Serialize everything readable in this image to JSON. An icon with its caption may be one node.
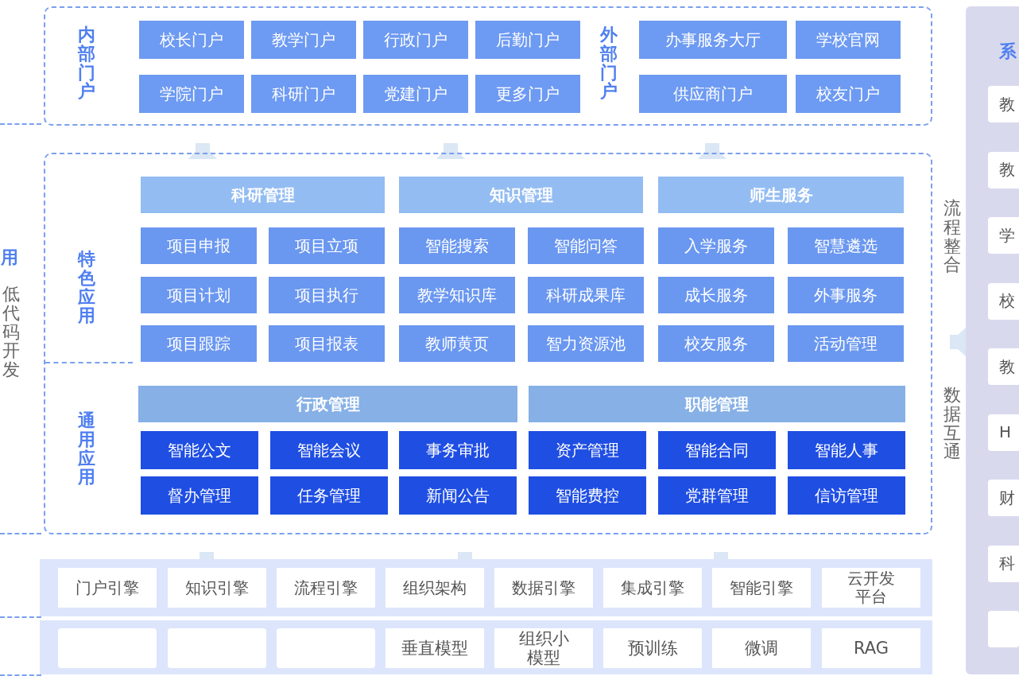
{
  "diagram": {
    "nodes": [
      {
        "text": [
          "内部门户",
          "外部门户"
        ]
      },
      {
        "text": [
          "校长门户"
        ],
        "in": 0
      },
      {
        "text": [
          "教学门户"
        ],
        "in": 0
      },
      {
        "text": [
          "行政门户"
        ],
        "in": 0
      },
      {
        "text": [
          "后勤门户"
        ],
        "in": 0
      },
      {
        "text": [
          "学院门户"
        ],
        "in": 0
      },
      {
        "text": [
          "科研门户"
        ],
        "in": 0
      },
      {
        "text": [
          "党建门户"
        ],
        "in": 0
      },
      {
        "text": [
          "更多门户"
        ],
        "in": 0
      },
      {
        "text": [
          "办事服务大厅"
        ],
        "in": 0
      },
      {
        "text": [
          "学校官网"
        ],
        "in": 0
      },
      {
        "text": [
          "供应商门户"
        ],
        "in": 0
      },
      {
        "text": [
          "校友门户"
        ],
        "in": 0
      },
      {
        "text": [
          "特色应用",
          "通用应用"
        ]
      },
      {
        "text": [
          "科研管理"
        ],
        "in": 13
      },
      {
        "text": [
          "项目申报"
        ],
        "in": 13
      },
      {
        "text": [
          "项目立项"
        ],
        "in": 13
      },
      {
        "text": [
          "项目计划"
        ],
        "in": 13
      },
      {
        "text": [
          "项目执行"
        ],
        "in": 13
      },
      {
        "text": [
          "项目跟踪"
        ],
        "in": 13
      },
      {
        "text": [
          "项目报表"
        ],
        "in": 13
      },
      {
        "text": [
          "知识管理"
        ],
        "in": 13
      },
      {
        "text": [
          "智能搜索"
        ],
        "in": 13
      },
      {
        "text": [
          "智能问答"
        ],
        "in": 13
      },
      {
        "text": [
          "教学知识库"
        ],
        "in": 13
      },
      {
        "text": [
          "科研成果库"
        ],
        "in": 13
      },
      {
        "text": [
          "教师黄页"
        ],
        "in": 13
      },
      {
        "text": [
          "智力资源池"
        ],
        "in": 13
      },
      {
        "text": [
          "师生服务"
        ],
        "in": 13
      },
      {
        "text": [
          "入学服务"
        ],
        "in": 13
      },
      {
        "text": [
          "智慧遴选"
        ],
        "in": 13
      },
      {
        "text": [
          "成长服务"
        ],
        "in": 13
      },
      {
        "text": [
          "外事服务"
        ],
        "in": 13
      },
      {
        "text": [
          "校友服务"
        ],
        "in": 13
      },
      {
        "text": [
          "活动管理"
        ],
        "in": 13
      },
      {
        "text": [
          "行政管理"
        ],
        "in": 13
      },
      {
        "text": [
          "职能管理"
        ],
        "in": 13
      },
      {
        "text": [
          "智能公文"
        ],
        "in": 13
      },
      {
        "text": [
          "智能会议"
        ],
        "in": 13
      },
      {
        "text": [
          "事务审批"
        ],
        "in": 13
      },
      {
        "text": [
          "资产管理"
        ],
        "in": 13
      },
      {
        "text": [
          "智能合同"
        ],
        "in": 13
      },
      {
        "text": [
          "智能人事"
        ],
        "in": 13
      },
      {
        "text": [
          "督办管理"
        ],
        "in": 13
      },
      {
        "text": [
          "任务管理"
        ],
        "in": 13
      },
      {
        "text": [
          "新闻公告"
        ],
        "in": 13
      },
      {
        "text": [
          "智能费控"
        ],
        "in": 13
      },
      {
        "text": [
          "党群管理"
        ],
        "in": 13
      },
      {
        "text": [
          "信访管理"
        ],
        "in": 13
      },
      {
        "text": [],
        "shape": "bar"
      },
      {
        "text": [
          "门户引擎"
        ],
        "in": 49
      },
      {
        "text": [
          "知识引擎"
        ],
        "in": 49
      },
      {
        "text": [
          "流程引擎"
        ],
        "in": 49
      },
      {
        "text": [
          "组织架构"
        ],
        "in": 49
      },
      {
        "text": [
          "数据引擎"
        ],
        "in": 49
      },
      {
        "text": [
          "集成引擎"
        ],
        "in": 49
      },
      {
        "text": [
          "智能引擎"
        ],
        "in": 49
      },
      {
        "text": [
          "云开发平台"
        ],
        "in": 49
      },
      {
        "text": [],
        "shape": "bar"
      },
      {
        "text": [],
        "shape": "box",
        "in": 58
      },
      {
        "text": [],
        "shape": "box",
        "in": 58
      },
      {
        "text": [],
        "shape": "box",
        "in": 58
      },
      {
        "text": [
          "垂直模型"
        ],
        "in": 58
      },
      {
        "text": [
          "组织小模型"
        ],
        "in": 58
      },
      {
        "text": [
          "预训练"
        ],
        "in": 58
      },
      {
        "text": [
          "微调"
        ],
        "in": 58
      },
      {
        "text": [
          "RAG"
        ],
        "in": 58
      },
      {
        "text": [
          "系"
        ]
      },
      {
        "text": [
          "教"
        ],
        "in": 67
      },
      {
        "text": [
          "教"
        ],
        "in": 67
      },
      {
        "text": [
          "学"
        ],
        "in": 67
      },
      {
        "text": [
          "校"
        ],
        "in": 67
      },
      {
        "text": [
          "教"
        ],
        "in": 67
      },
      {
        "text": [
          "H"
        ],
        "in": 67
      },
      {
        "text": [
          "财"
        ],
        "in": 67
      },
      {
        "text": [
          "科"
        ],
        "in": 67
      },
      {
        "text": [],
        "shape": "box",
        "in": 67
      }
    ],
    "edges": [
      {
        "from": 49,
        "to": 13,
        "arrow": "to"
      },
      {
        "from": 49,
        "to": 13,
        "arrow": "to"
      },
      {
        "from": 49,
        "to": 13,
        "arrow": "to"
      },
      {
        "from": 13,
        "to": 0,
        "arrow": "to"
      },
      {
        "from": 13,
        "to": 0,
        "arrow": "to"
      },
      {
        "from": 13,
        "to": 0,
        "arrow": "to"
      },
      {
        "from": 67,
        "to": 13,
        "arrow": "to"
      }
    ],
    "labels": [
      "用",
      "低代码开发",
      "流程整合",
      "数据互通"
    ]
  }
}
